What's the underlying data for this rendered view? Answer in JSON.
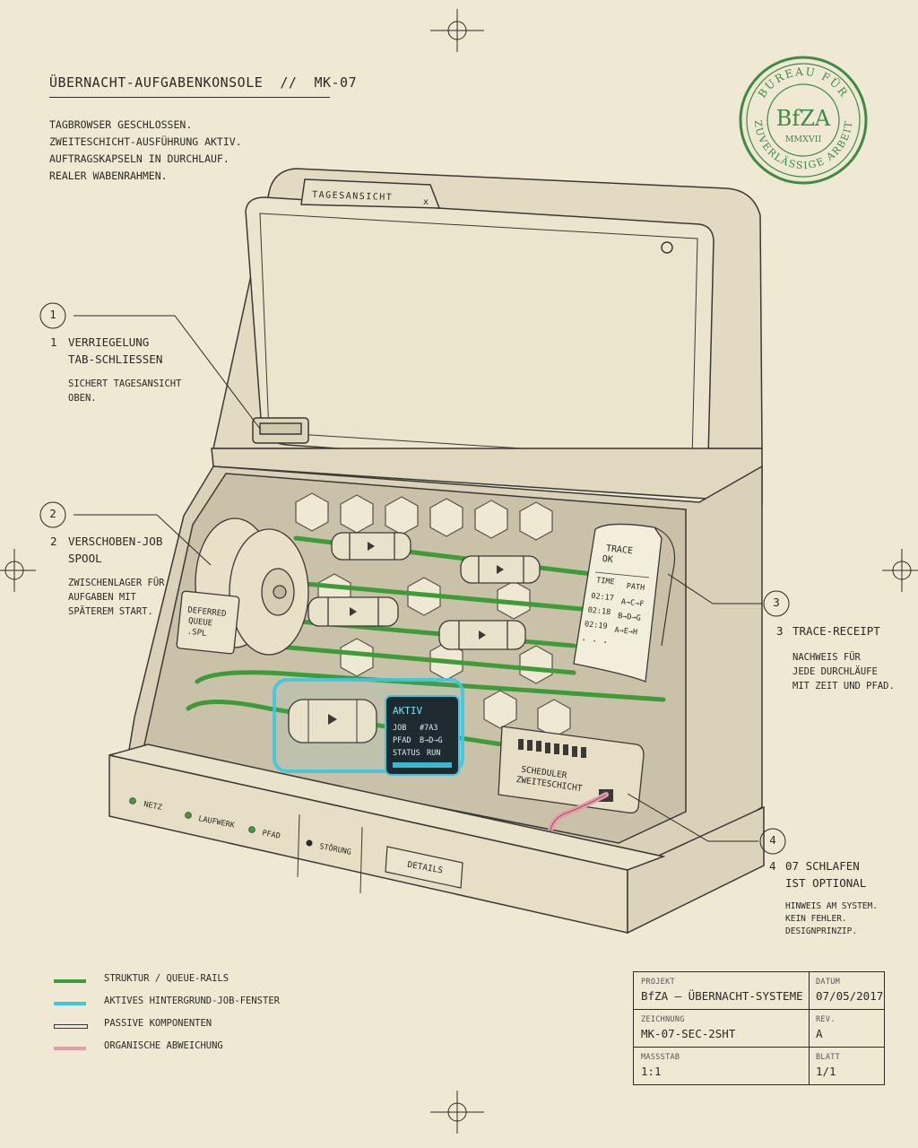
{
  "header": {
    "title": "ÜBERNACHT-AUFGABENKONSOLE  //  MK-07",
    "intro": [
      "TAGBROWSER GESCHLOSSEN.",
      "ZWEITESCHICHT-AUSFÜHRUNG AKTIV.",
      "AUFTRAGSKAPSELN IN DURCHLAUF.",
      "REALER WABENRAHMEN."
    ]
  },
  "stamp": {
    "top_text": "BUREAU FÜR",
    "bottom_text": "ZUVERLÄSSIGE ARBEIT",
    "center": "BfZA",
    "year": "MMXVII",
    "color": "#3f8a45"
  },
  "callouts": [
    {
      "num": "1",
      "head": [
        "VERRIEGELUNG",
        "TAB-SCHLIESSEN"
      ],
      "body": [
        "SICHERT TAGESANSICHT",
        "OBEN."
      ]
    },
    {
      "num": "2",
      "head": [
        "VERSCHOBEN-JOB",
        "SPOOL"
      ],
      "body": [
        "ZWISCHENLAGER FÜR",
        "AUFGABEN MIT",
        "SPÄTEREM START."
      ]
    },
    {
      "num": "3",
      "head": [
        "TRACE-RECEIPT"
      ],
      "body": [
        "NACHWEIS FÜR",
        "JEDE DURCHLÄUFE",
        "MIT ZEIT UND PFAD."
      ]
    },
    {
      "num": "4",
      "head": [
        "07 SCHLAFEN",
        "IST OPTIONAL"
      ],
      "body": [
        "HINWEIS AM SYSTEM.",
        "KEIN FEHLER.",
        "DESIGNPRINZIP."
      ]
    }
  ],
  "machine": {
    "tab_label": "TAGESANSICHT",
    "tab_close": "x",
    "spool_label": [
      "DEFERRED",
      "QUEUE",
      ".SPL"
    ],
    "receipt": {
      "lines": [
        "TRACE",
        "OK"
      ],
      "header": [
        "TIME",
        "PATH"
      ],
      "rows": [
        [
          "02:17",
          "A→C→F"
        ],
        [
          "02:18",
          "B→D→G"
        ],
        [
          "02:19",
          "A→E→H"
        ]
      ],
      "more": ". . ."
    },
    "active": {
      "title": "AKTIV",
      "rows": [
        [
          "JOB",
          "#7A3"
        ],
        [
          "PFAD",
          "B→D→G"
        ],
        [
          "STATUS",
          "RUN"
        ]
      ]
    },
    "scheduler": [
      "SCHEDULER",
      "ZWEITESCHICHT"
    ],
    "indicators": [
      "NETZ",
      "LAUFWERK",
      "PFAD",
      "STÖRUNG"
    ],
    "details_button": "DETAILS"
  },
  "legend": [
    {
      "label": "STRUKTUR  /  QUEUE-RAILS",
      "color": "#3f9a3a"
    },
    {
      "label": "AKTIVES HINTERGRUND-JOB-FENSTER",
      "color": "#3ec6e0"
    },
    {
      "label": "PASSIVE KOMPONENTEN",
      "color": "#efe8d2"
    },
    {
      "label": "ORGANISCHE ABWEICHUNG",
      "color": "#e89aaa"
    }
  ],
  "title_block": {
    "projekt_label": "PROJEKT",
    "projekt": "BfZA – ÜBERNACHT-SYSTEME",
    "datum_label": "DATUM",
    "datum": "07/05/2017",
    "zeichnung_label": "ZEICHNUNG",
    "zeichnung": "MK-07-SEC-2SHT",
    "rev_label": "REV.",
    "rev": "A",
    "massstab_label": "MASSSTAB",
    "massstab": "1:1",
    "blatt_label": "BLATT",
    "blatt": "1/1"
  }
}
